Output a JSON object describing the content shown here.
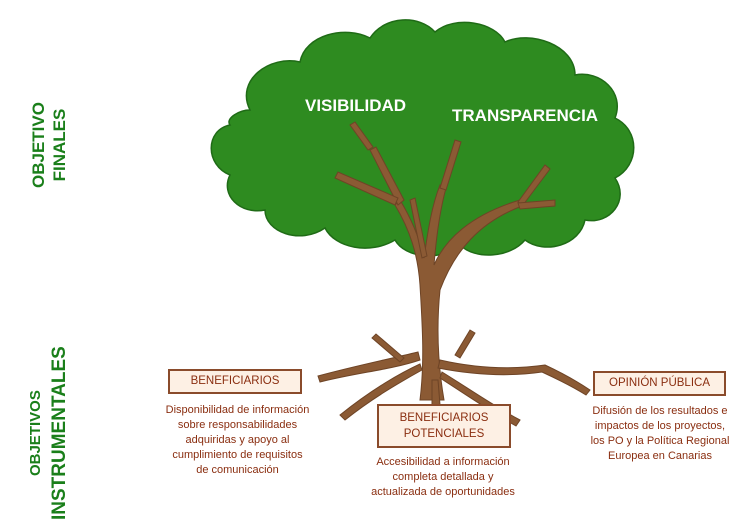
{
  "left_labels": {
    "final_line1": "OBJETIVO",
    "final_line2": "FINALES",
    "instr_line1": "OBJETIVOS",
    "instr_line2": "INSTRUMENTALES"
  },
  "tree": {
    "left_word": "VISIBILIDAD",
    "right_word": "TRANSPARENCIA"
  },
  "roots": [
    {
      "title": "BENEFICIARIOS",
      "description": "Disponibilidad de información sobre responsabilidades adquiridas y apoyo al cumplimiento de requisitos de comunicación"
    },
    {
      "title_line1": "BENEFICIARIOS",
      "title_line2": "POTENCIALES",
      "description": "Accesibilidad a información completa detallada y actualizada de oportunidades"
    },
    {
      "title": "OPINIÓN PÚBLICA",
      "description": "Difusión de los resultados e impactos de los proyectos, los PO y la Política Regional Europea en Canarias"
    }
  ],
  "colors": {
    "canopy": "#2e8b20",
    "trunk": "#8b5a34",
    "labels": "#1a7f1a",
    "box_border": "#8a4b2b",
    "box_text": "#8a2e10"
  }
}
